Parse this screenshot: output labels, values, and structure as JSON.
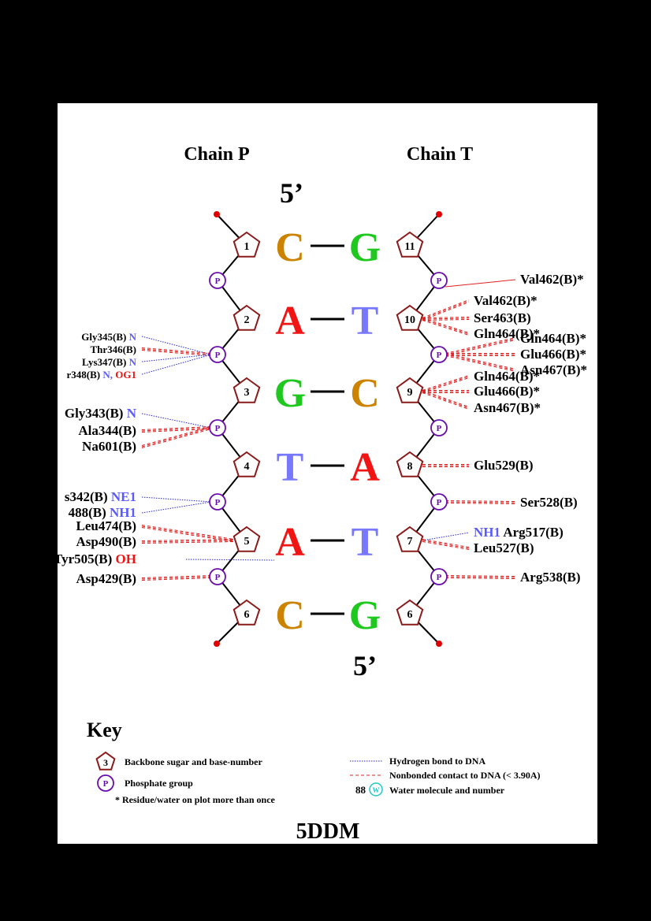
{
  "title": "5DDM",
  "chains": {
    "left": "Chain P",
    "right": "Chain T"
  },
  "five_prime_top": "5’",
  "five_prime_bottom": "5’",
  "phosphate_label": "P",
  "pairs": [
    {
      "left_num": "1",
      "left_base": "C",
      "left_color": "#cc8400",
      "right_base": "G",
      "right_color": "#1ec81e",
      "right_num": "11"
    },
    {
      "left_num": "2",
      "left_base": "A",
      "left_color": "#f01414",
      "right_base": "T",
      "right_color": "#7878ff",
      "right_num": "10"
    },
    {
      "left_num": "3",
      "left_base": "G",
      "left_color": "#1ec81e",
      "right_base": "C",
      "right_color": "#cc8400",
      "right_num": "9"
    },
    {
      "left_num": "4",
      "left_base": "T",
      "left_color": "#7878ff",
      "right_base": "A",
      "right_color": "#f01414",
      "right_num": "8"
    },
    {
      "left_num": "5",
      "left_base": "A",
      "left_color": "#f01414",
      "right_base": "T",
      "right_color": "#7878ff",
      "right_num": "7"
    },
    {
      "left_num": "6",
      "left_base": "C",
      "left_color": "#cc8400",
      "right_base": "G",
      "right_color": "#1ec81e",
      "right_num": "6"
    }
  ],
  "contacts_left": [
    {
      "residue": "Gly345(B)",
      "atom": " N",
      "atom_color": "#5a5aff",
      "line": "hbond",
      "target": "p2",
      "size": "small"
    },
    {
      "residue": "Thr346(B)",
      "atom": "",
      "atom_color": "",
      "line": "nonbond",
      "target": "p2",
      "size": "small"
    },
    {
      "residue": "Lys347(B)",
      "atom": " N",
      "atom_color": "#5a5aff",
      "line": "hbond",
      "target": "p2",
      "size": "small"
    },
    {
      "residue": "r348(B)",
      "atom": " N,",
      "atom_color": "#5a5aff",
      "atom2": " OG1",
      "atom2_color": "#f01414",
      "line": "hbond",
      "target": "p2",
      "size": "small"
    },
    {
      "residue": "Gly343(B)",
      "atom": " N",
      "atom_color": "#5a5aff",
      "line": "hbond",
      "target": "p3",
      "size": "big"
    },
    {
      "residue": "Ala344(B)",
      "atom": "",
      "atom_color": "",
      "line": "nonbond",
      "target": "p3",
      "size": "big"
    },
    {
      "residue": "Na601(B)",
      "atom": "",
      "atom_color": "",
      "line": "nonbond",
      "target": "p3",
      "size": "big"
    },
    {
      "residue": "s342(B)",
      "atom": " NE1",
      "atom_color": "#5a5aff",
      "line": "hbond",
      "target": "p4",
      "size": "big"
    },
    {
      "residue": "488(B)",
      "atom": " NH1",
      "atom_color": "#5a5aff",
      "line": "hbond",
      "target": "p4",
      "size": "big"
    },
    {
      "residue": "Leu474(B)",
      "atom": "",
      "atom_color": "",
      "line": "nonbond",
      "target": "s5",
      "size": "big"
    },
    {
      "residue": "Asp490(B)",
      "atom": "",
      "atom_color": "",
      "line": "nonbond",
      "target": "s5",
      "size": "big"
    },
    {
      "residue": "Tyr505(B)",
      "atom": " OH",
      "atom_color": "#f01414",
      "line": "hbond",
      "target": "base5",
      "size": "big"
    },
    {
      "residue": "Asp429(B)",
      "atom": "",
      "atom_color": "",
      "line": "nonbond",
      "target": "p5",
      "size": "big"
    }
  ],
  "contacts_right": [
    {
      "residue": "Val462(B)*",
      "line": "nonbond_solid",
      "target": "pr1"
    },
    {
      "residue": "Val462(B)*",
      "line": "nonbond",
      "target": "s10"
    },
    {
      "residue": "Ser463(B)",
      "line": "nonbond",
      "target": "s10"
    },
    {
      "residue": "Gln464(B)*",
      "line": "nonbond",
      "target": "s10"
    },
    {
      "residue": "Gln464(B)*",
      "line": "nonbond",
      "target": "pr2"
    },
    {
      "residue": "Glu466(B)*",
      "line": "nonbond",
      "target": "pr2"
    },
    {
      "residue": "Asn467(B)*",
      "line": "nonbond",
      "target": "pr2"
    },
    {
      "residue": "Gln464(B)*",
      "line": "nonbond",
      "target": "s9"
    },
    {
      "residue": "Glu466(B)*",
      "line": "nonbond",
      "target": "s9"
    },
    {
      "residue": "Asn467(B)*",
      "line": "nonbond",
      "target": "s9"
    },
    {
      "residue": "Glu529(B)",
      "line": "nonbond",
      "target": "s8"
    },
    {
      "residue": "Ser528(B)",
      "line": "nonbond",
      "target": "pr4"
    },
    {
      "residue": "Arg517(B)",
      "atom": "NH1 ",
      "atom_color": "#5a5aff",
      "line": "hbond",
      "target": "s7"
    },
    {
      "residue": "Leu527(B)",
      "line": "nonbond",
      "target": "s7"
    },
    {
      "residue": "Arg538(B)",
      "line": "nonbond",
      "target": "pr5"
    }
  ],
  "key": {
    "title": "Key",
    "sugar_num": "3",
    "sugar": "Backbone sugar and base-number",
    "phosphate": "Phosphate group",
    "residue_note": "* Residue/water on plot more than once",
    "hbond": "Hydrogen bond to DNA",
    "nonbond": "Nonbonded contact to DNA (< 3.90A)",
    "water_num": "88",
    "water_symbol": "W",
    "water": "Water molecule and number"
  },
  "colors": {
    "sugar": "#8b1a1a",
    "phosphate": "#6a0dad",
    "hbond": "#2828d2",
    "nonbond": "#e02020",
    "water": "#20c8c8",
    "terminal": "#e00000"
  }
}
